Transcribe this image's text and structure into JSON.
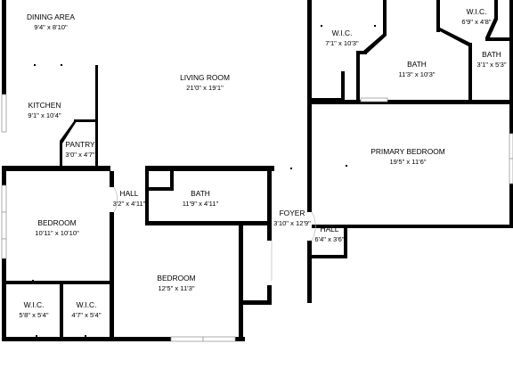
{
  "plan": {
    "rooms": [
      {
        "id": "dining",
        "name": "DINING AREA",
        "dims": "9'4\" x 8'10\""
      },
      {
        "id": "kitchen",
        "name": "KITCHEN",
        "dims": "9'1\" x 10'4\""
      },
      {
        "id": "pantry",
        "name": "PANTRY",
        "dims": "3'0\" x 4'7\""
      },
      {
        "id": "living",
        "name": "LIVING ROOM",
        "dims": "21'0\" x 19'1\""
      },
      {
        "id": "wic_primary",
        "name": "W.I.C.",
        "dims": "7'1\" x 10'3\""
      },
      {
        "id": "wic_top_right",
        "name": "W.I.C.",
        "dims": "6'9\" x 4'8\""
      },
      {
        "id": "bath_primary",
        "name": "BATH",
        "dims": "11'3\" x 10'3\""
      },
      {
        "id": "bath_small",
        "name": "BATH",
        "dims": "3'1\" x 5'3\""
      },
      {
        "id": "primary_bedroom",
        "name": "PRIMARY BEDROOM",
        "dims": "19'5\" x 11'6\""
      },
      {
        "id": "hall_left",
        "name": "HALL",
        "dims": "3'2\" x 4'11\""
      },
      {
        "id": "bath_hall",
        "name": "BATH",
        "dims": "11'9\" x 4'11\""
      },
      {
        "id": "foyer",
        "name": "FOYER",
        "dims": "3'10\" x 12'9\""
      },
      {
        "id": "hall_right",
        "name": "HALL",
        "dims": "6'4\" x 3'6\""
      },
      {
        "id": "bedroom_left",
        "name": "BEDROOM",
        "dims": "10'11\" x 10'10\""
      },
      {
        "id": "bedroom_center",
        "name": "BEDROOM",
        "dims": "12'5\" x 11'3\""
      },
      {
        "id": "wic_left",
        "name": "W.I.C.",
        "dims": "5'8\" x 5'4\""
      },
      {
        "id": "wic_mid",
        "name": "W.I.C.",
        "dims": "4'7\" x 5'4\""
      }
    ]
  },
  "colors": {
    "wall": "#000000",
    "background": "#ffffff",
    "window": "#9a9a9a"
  }
}
